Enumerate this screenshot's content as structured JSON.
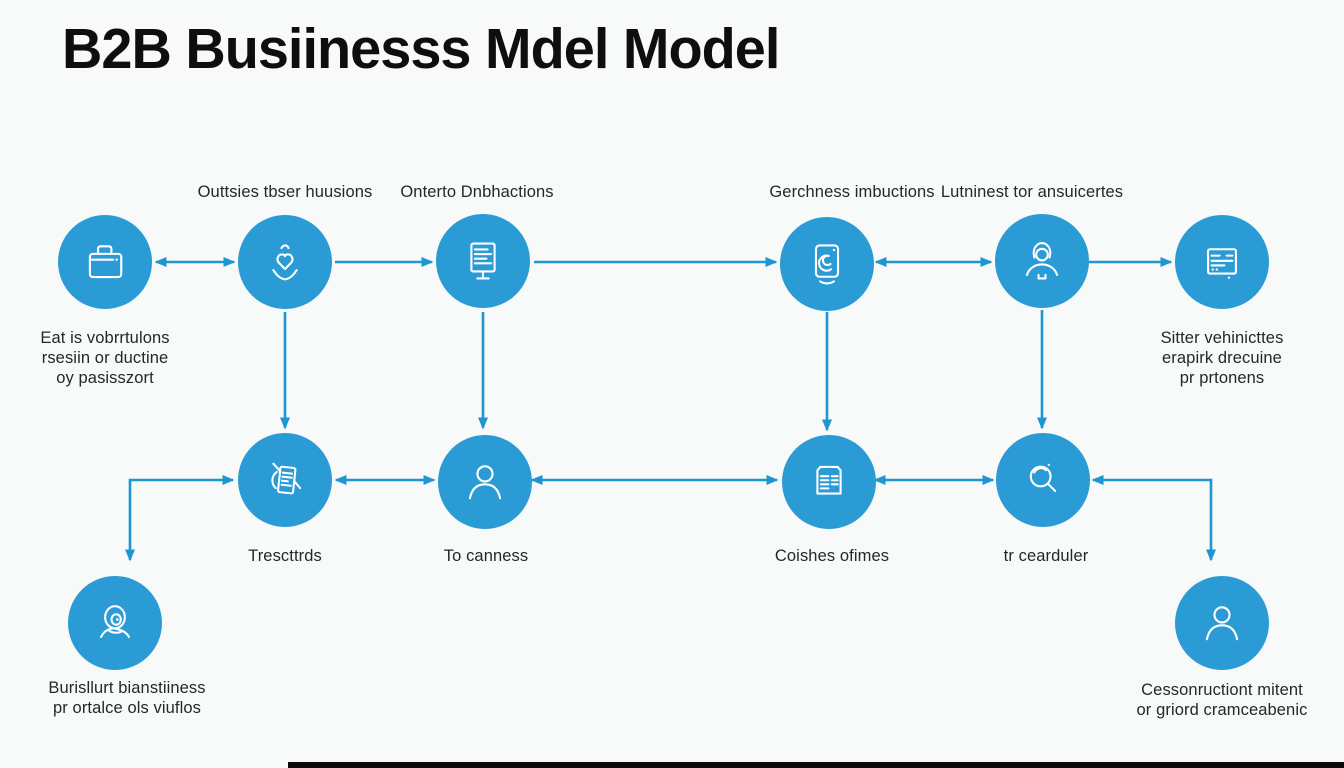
{
  "title": "B2B Busiinesss Mdel Model",
  "colors": {
    "node_blue": "#2b9bd6",
    "arrow_blue": "#1e96d2",
    "text_dark": "#24282b",
    "background": "#f8f9f9"
  },
  "nodes": {
    "top1": {
      "icon": "briefcase-icon",
      "caption": [
        "Eat is vobrrtulons",
        "rsesiin or ductine",
        "oy pasisszort"
      ]
    },
    "top2": {
      "icon": "hands-care-icon",
      "label": "Outtsies tbser huusions"
    },
    "top3": {
      "icon": "sign-board-icon",
      "label": "Onterto Dnbhactions"
    },
    "top4": {
      "icon": "tablet-swirl-icon",
      "label": "Gerchness imbuctions"
    },
    "top5": {
      "icon": "woman-user-icon",
      "label": "Lutninest tor ansuicertes"
    },
    "top6": {
      "icon": "browser-card-icon",
      "caption": [
        "Sitter vehinicttes",
        "erapirk drecuine",
        "pr prtonens"
      ]
    },
    "mid1": {
      "icon": "clipboard-pencil-icon",
      "label": "Trescttrds"
    },
    "mid2": {
      "icon": "user-icon",
      "label": "To canness"
    },
    "mid3": {
      "icon": "list-document-icon",
      "label": "Coishes ofimes"
    },
    "mid4": {
      "icon": "magnifier-icon",
      "label": "tr cearduler"
    },
    "bot1": {
      "icon": "headset-user-icon",
      "caption": [
        "Burisllurt bianstiiness",
        "pr ortalce ols viuflos"
      ]
    },
    "bot2": {
      "icon": "user-icon",
      "caption": [
        "Cessonructiont mitent",
        "or griord cramceabenic"
      ]
    }
  }
}
